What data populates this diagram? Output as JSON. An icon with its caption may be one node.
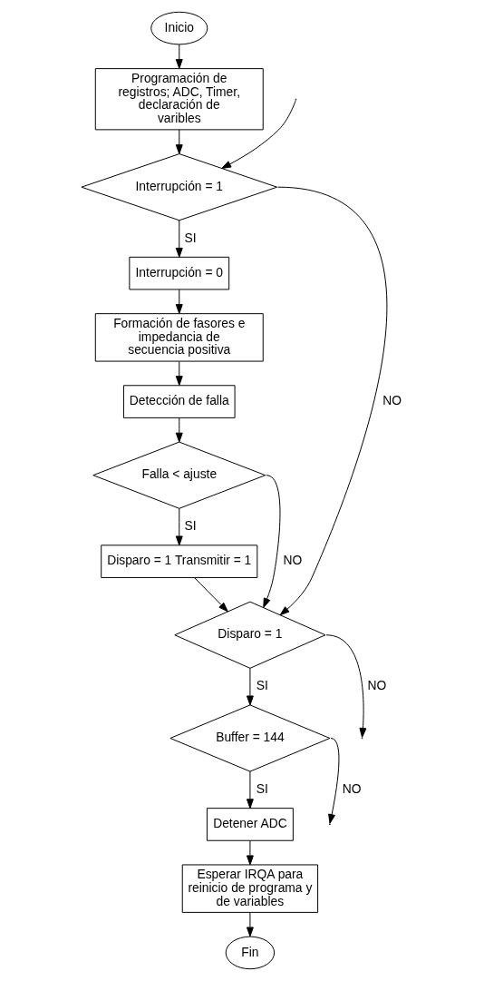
{
  "diagram": {
    "nodes": [
      {
        "text": [
          "Inicio"
        ]
      },
      {
        "text": [
          "Programación de registros; ADC, Timer, declaración de varibles"
        ]
      },
      {
        "text": [
          "Interrupción = 1"
        ]
      },
      {
        "text": [
          "Interrupción = 0"
        ]
      },
      {
        "text": [
          "Formación de fasores e impedancia de secuencia positiva"
        ]
      },
      {
        "text": [
          "Detección de falla"
        ]
      },
      {
        "text": [
          "Falla < ajuste"
        ]
      },
      {
        "text": [
          "Disparo = 1 Transmitir = 1"
        ]
      },
      {
        "text": [
          "Disparo = 1"
        ]
      },
      {
        "text": [
          "Buffer = 144"
        ]
      },
      {
        "text": [
          "Detener ADC"
        ]
      },
      {
        "text": [
          "Esperar IRQA para reinicio de programa y de variables"
        ]
      },
      {
        "text": [
          "Fin"
        ]
      }
    ],
    "edges": [
      {
        "from": 0,
        "to": 1,
        "arrow": "to"
      },
      {
        "from": 1,
        "to": 2,
        "arrow": "to"
      },
      {
        "from": null,
        "to": 2,
        "arrow": "to"
      },
      {
        "from": 2,
        "to": 3,
        "arrow": "to",
        "label": "SI"
      },
      {
        "from": 2,
        "to": 8,
        "arrow": "to",
        "label": "NO"
      },
      {
        "from": 3,
        "to": 4,
        "arrow": "to"
      },
      {
        "from": 4,
        "to": 5,
        "arrow": "to"
      },
      {
        "from": 5,
        "to": 6,
        "arrow": "to"
      },
      {
        "from": 6,
        "to": 7,
        "arrow": "to",
        "label": "SI"
      },
      {
        "from": 6,
        "to": 8,
        "arrow": "to",
        "label": "NO"
      },
      {
        "from": 7,
        "to": 8,
        "arrow": "to"
      },
      {
        "from": 8,
        "to": 9,
        "arrow": "to",
        "label": "SI"
      },
      {
        "from": 8,
        "to": null,
        "arrow": "to",
        "label": "NO"
      },
      {
        "from": 9,
        "to": 10,
        "arrow": "to",
        "label": "SI"
      },
      {
        "from": 9,
        "to": null,
        "arrow": "to",
        "label": "NO"
      },
      {
        "from": 10,
        "to": 11,
        "arrow": "to"
      },
      {
        "from": 11,
        "to": 12,
        "arrow": "to"
      }
    ]
  }
}
